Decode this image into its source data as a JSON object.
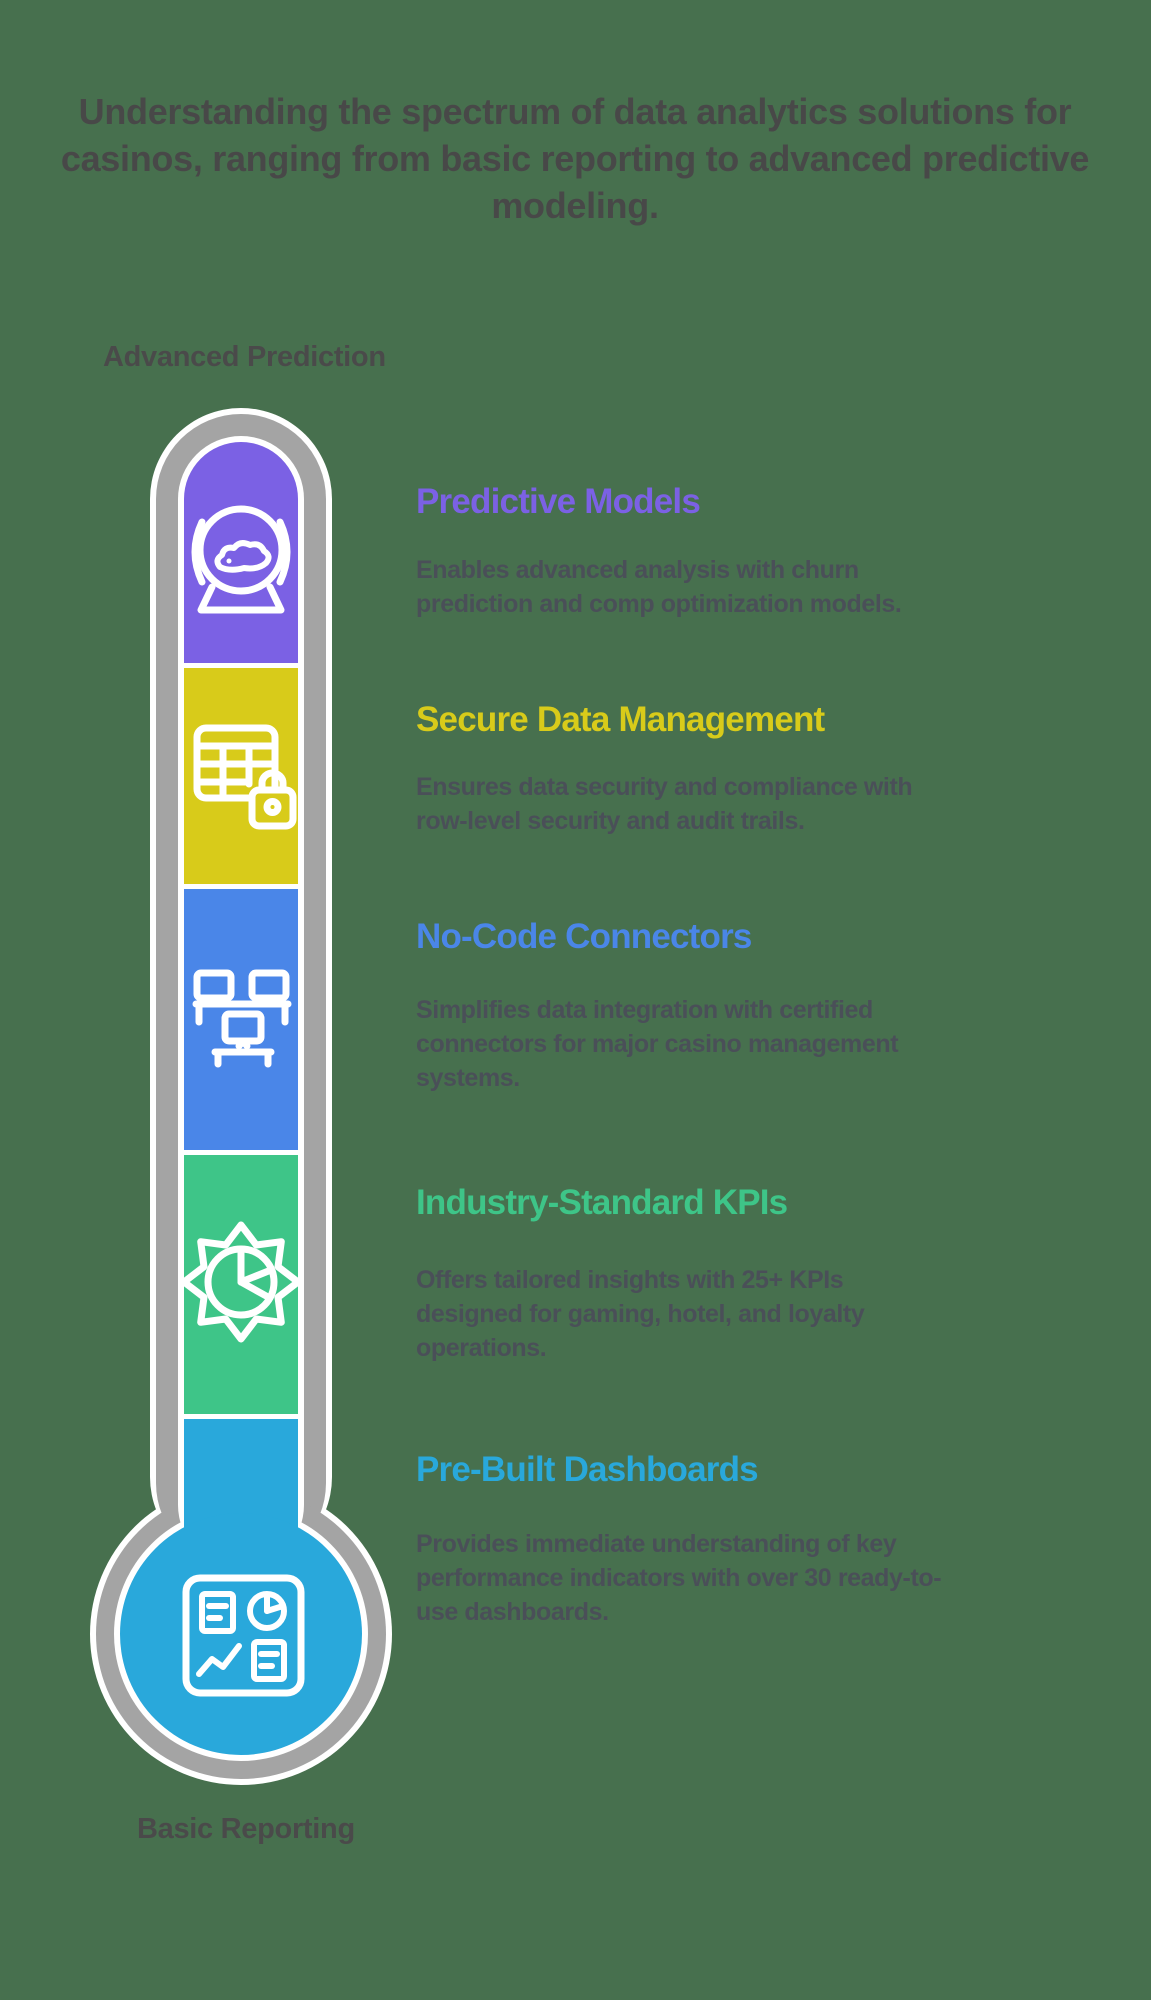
{
  "background_color": "#47704E",
  "title": "Understanding the spectrum of data analytics solutions for casinos, ranging from basic reporting to advanced predictive modeling.",
  "scale": {
    "top_label": "Advanced Prediction",
    "bottom_label": "Basic Reporting"
  },
  "thermometer": {
    "tube_color": "#A4A4A4",
    "outline_color": "#FFFFFF",
    "icon_stroke_color": "#FFFFFF"
  },
  "text_colors": {
    "title": "#484848",
    "body": "#4A4F58",
    "labels": "#4A4A4A"
  },
  "sections": [
    {
      "title": "Predictive Models",
      "description": "Enables advanced analysis with churn prediction and comp optimization models.",
      "color": "#7B61E4",
      "icon": "crystal-ball-icon"
    },
    {
      "title": "Secure Data Management",
      "description": "Ensures data security and compliance with row-level security and audit trails.",
      "color": "#D8CB1A",
      "icon": "secure-table-lock-icon"
    },
    {
      "title": "No-Code Connectors",
      "description": "Simplifies data integration with certified connectors for major casino management systems.",
      "color": "#4A86E8",
      "icon": "network-computers-icon"
    },
    {
      "title": "Industry-Standard KPIs",
      "description": "Offers tailored insights with 25+ KPIs designed for gaming, hotel, and loyalty operations.",
      "color": "#3EC588",
      "icon": "gear-pie-chart-icon"
    },
    {
      "title": "Pre-Built Dashboards",
      "description": "Provides immediate understanding of key performance indicators with over 30 ready-to-use dashboards.",
      "color": "#29A8DB",
      "icon": "dashboard-icon"
    }
  ]
}
